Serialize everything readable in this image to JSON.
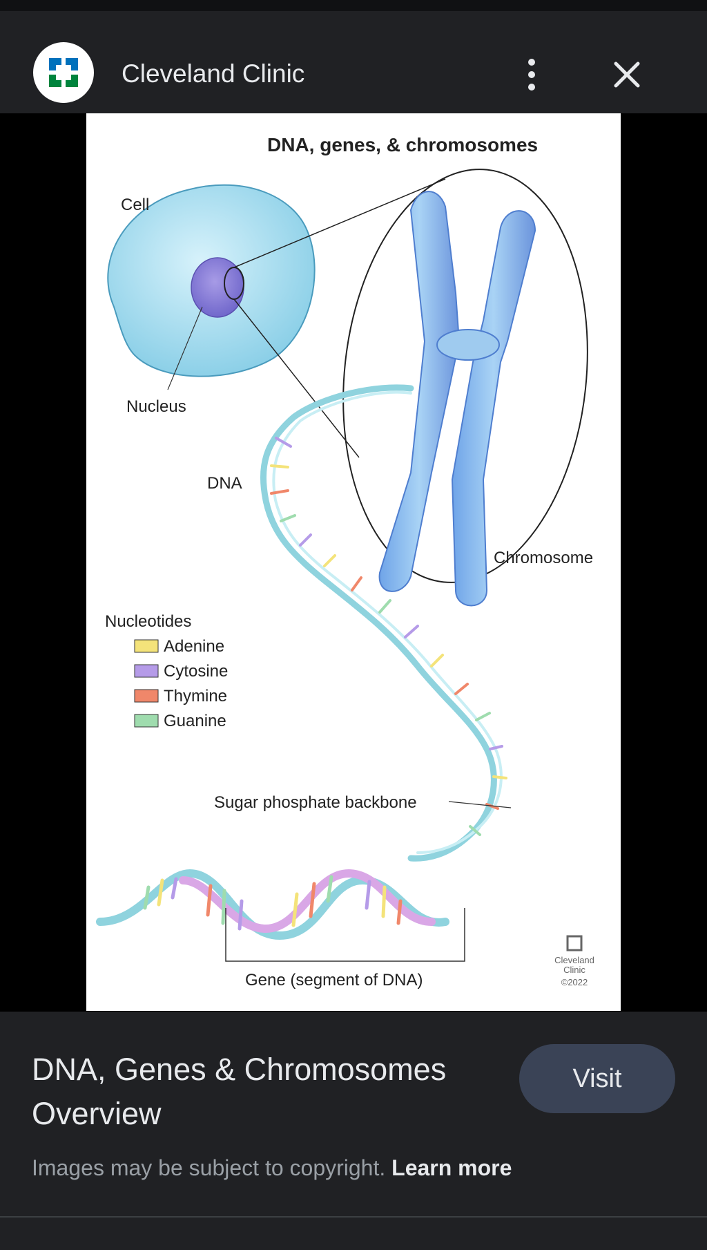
{
  "header": {
    "source_name": "Cleveland Clinic",
    "more_icon": "more-vert-icon",
    "close_icon": "close-icon"
  },
  "image": {
    "title": "DNA, genes, & chromosomes",
    "labels": {
      "cell": "Cell",
      "nucleus": "Nucleus",
      "dna": "DNA",
      "chromosome": "Chromosome",
      "nucleotides": "Nucleotides",
      "backbone": "Sugar phosphate backbone",
      "gene": "Gene (segment of DNA)"
    },
    "legend": [
      {
        "label": "Adenine",
        "color": "#f4e37a"
      },
      {
        "label": "Cytosine",
        "color": "#b59be8"
      },
      {
        "label": "Thymine",
        "color": "#f0876a"
      },
      {
        "label": "Guanine",
        "color": "#9fdcae"
      }
    ],
    "watermark": {
      "line1": "Cleveland",
      "line2": "Clinic",
      "year": "©2022"
    }
  },
  "lens_icon": "google-lens-icon",
  "footer": {
    "title": "DNA, Genes & Chromosomes Overview",
    "visit_label": "Visit",
    "copyright_text": "Images may be subject to copyright.",
    "learn_more": "Learn more"
  },
  "colors": {
    "background": "#202124",
    "visit_button": "#3a4356",
    "logo_green": "#00843d",
    "logo_blue": "#0071bc"
  }
}
